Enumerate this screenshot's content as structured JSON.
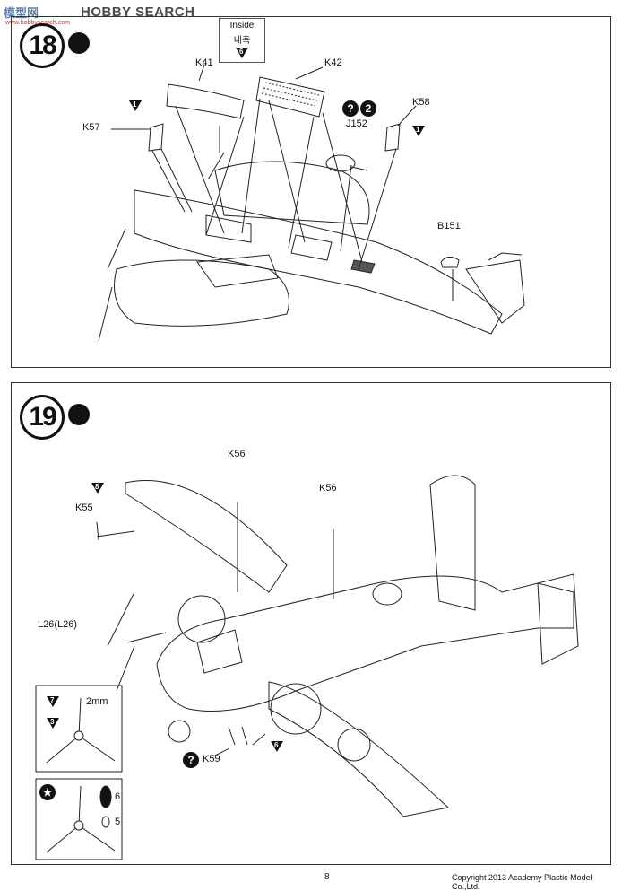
{
  "watermark": {
    "logo": "模型网",
    "brand": "HOBBY SEARCH",
    "url": "www.hobbysearch.com"
  },
  "step18": {
    "number": "18",
    "inside_label_en": "Inside",
    "inside_label_kr": "내측",
    "inside_tri": "6",
    "parts": {
      "k41": "K41",
      "k42": "K42",
      "k57": "K57",
      "k58": "K58",
      "j152": "J152",
      "b151": "B151"
    },
    "tri_k57": "1",
    "tri_k58": "1",
    "j152_q2": "2"
  },
  "step19": {
    "number": "19",
    "parts": {
      "k56a": "K56",
      "k56b": "K56",
      "k55": "K55",
      "l26": "L26(L26)",
      "k59": "K59"
    },
    "tri_k55": "8",
    "tri_k59": "6",
    "detail1": {
      "tri_top": "7",
      "tri_bottom": "3",
      "dimension": "2mm"
    },
    "detail2": {
      "decal_6": "6",
      "decal_5": "5"
    }
  },
  "footer": {
    "page": "8",
    "copyright": "Copyright 2013 Academy Plastic Model Co.,Ltd."
  }
}
